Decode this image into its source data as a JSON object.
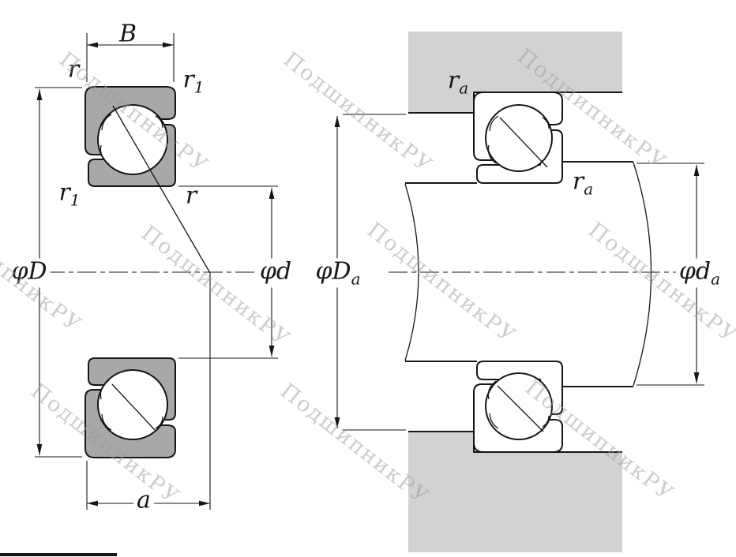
{
  "watermark": {
    "text": "ПодшипникРУ"
  },
  "labels": {
    "B": {
      "base": "B",
      "sub": ""
    },
    "r_top": {
      "base": "r",
      "sub": ""
    },
    "r1_top": {
      "base": "r",
      "sub": "1"
    },
    "r1_left": {
      "base": "r",
      "sub": "1"
    },
    "r_mid": {
      "base": "r",
      "sub": ""
    },
    "phi_D": {
      "base": "φD",
      "sub": ""
    },
    "phi_d": {
      "base": "φd",
      "sub": ""
    },
    "a": {
      "base": "a",
      "sub": ""
    },
    "ra_top": {
      "base": "r",
      "sub": "a"
    },
    "ra_right": {
      "base": "r",
      "sub": "a"
    },
    "phi_Da": {
      "base": "φD",
      "sub": "a"
    },
    "phi_da": {
      "base": "φd",
      "sub": "a"
    }
  },
  "colors": {
    "ring_fill": "#a8a8a8",
    "housing_fill": "#d2d2d2",
    "line": "#161616",
    "watermark": "#9c9c9c"
  }
}
